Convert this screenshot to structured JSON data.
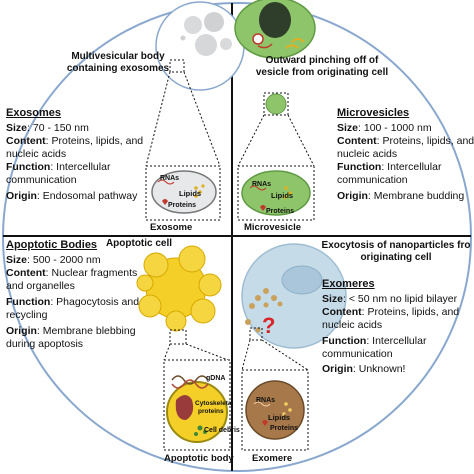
{
  "exosome": {
    "header": "Multivesicular body\ncontaining exosomes",
    "title": "Exosomes",
    "size_label": "Size",
    "size_value": ": 70 - 150 nm",
    "content_label": "Content",
    "content_value": ": Proteins, lipids, and",
    "content_value2": "nucleic acids",
    "function_label": "Function",
    "function_value": ": Intercellular",
    "function_value2": "communication",
    "origin_label": "Origin",
    "origin_value": ": Endosomal pathway",
    "inset_rnas": "RNAs",
    "inset_lipids": "Lipids",
    "inset_proteins": "Proteins",
    "caption": "Exosome"
  },
  "microvesicle": {
    "header": "Outward pinching off of\nvesicle from originating cell",
    "title": "Microvesicles",
    "size_label": "Size",
    "size_value": ": 100 - 1000 nm",
    "content_label": "Content",
    "content_value": ": Proteins, lipids, and",
    "content_value2": "nucleic acids",
    "function_label": "Function",
    "function_value": ": Intercellular",
    "function_value2": "communication",
    "origin_label": "Origin",
    "origin_value": ": Membrane  budding",
    "inset_rnas": "RNAs",
    "inset_lipids": "Lipids",
    "inset_proteins": "Proteins",
    "caption": "Microvesicle"
  },
  "apoptotic": {
    "header": "Apoptotic cell",
    "title": "Apoptotic Bodies",
    "size_label": "Size",
    "size_value": ": 500 - 2000 nm",
    "content_label": "Content",
    "content_value": ":  Nuclear fragments",
    "content_value2": "and organelles",
    "function_label": "Function",
    "function_value": ": Phagocytosis and",
    "function_value2": "recycling",
    "origin_label": "Origin",
    "origin_value": ":  Membrane blebbing",
    "origin_value2": "during apoptosis",
    "inset_gdna": "gDNA",
    "inset_cyto": "Cytoskeletal\nproteins",
    "inset_debris": "Cell debris",
    "caption": "Apoptotic body"
  },
  "exomere": {
    "header": "Exocytosis of nanoparticles fro\noriginating cell",
    "title": "Exomeres",
    "size_label": "Size",
    "size_value": ": < 50 nm  no lipid bilayer",
    "content_label": "Content",
    "content_value": ": Proteins, lipids, and",
    "content_value2": "nucleic acids",
    "function_label": "Function",
    "function_value": ": Intercellular",
    "function_value2": "communication",
    "origin_label": "Origin",
    "origin_value": ": Unknown!",
    "question": "?",
    "inset_rnas": "RNAs",
    "inset_lipids": "Lipids",
    "inset_proteins": "Proteins",
    "caption": "Exomere"
  },
  "colors": {
    "circle_border": "#8aa8cf",
    "exosome_fill": "#e6e8ea",
    "microvesicle_fill": "#8fc56a",
    "apoptotic_fill": "#f3cf28",
    "exomere_fill": "#c6dbe8",
    "exomere_vesicle": "#a7784a"
  }
}
